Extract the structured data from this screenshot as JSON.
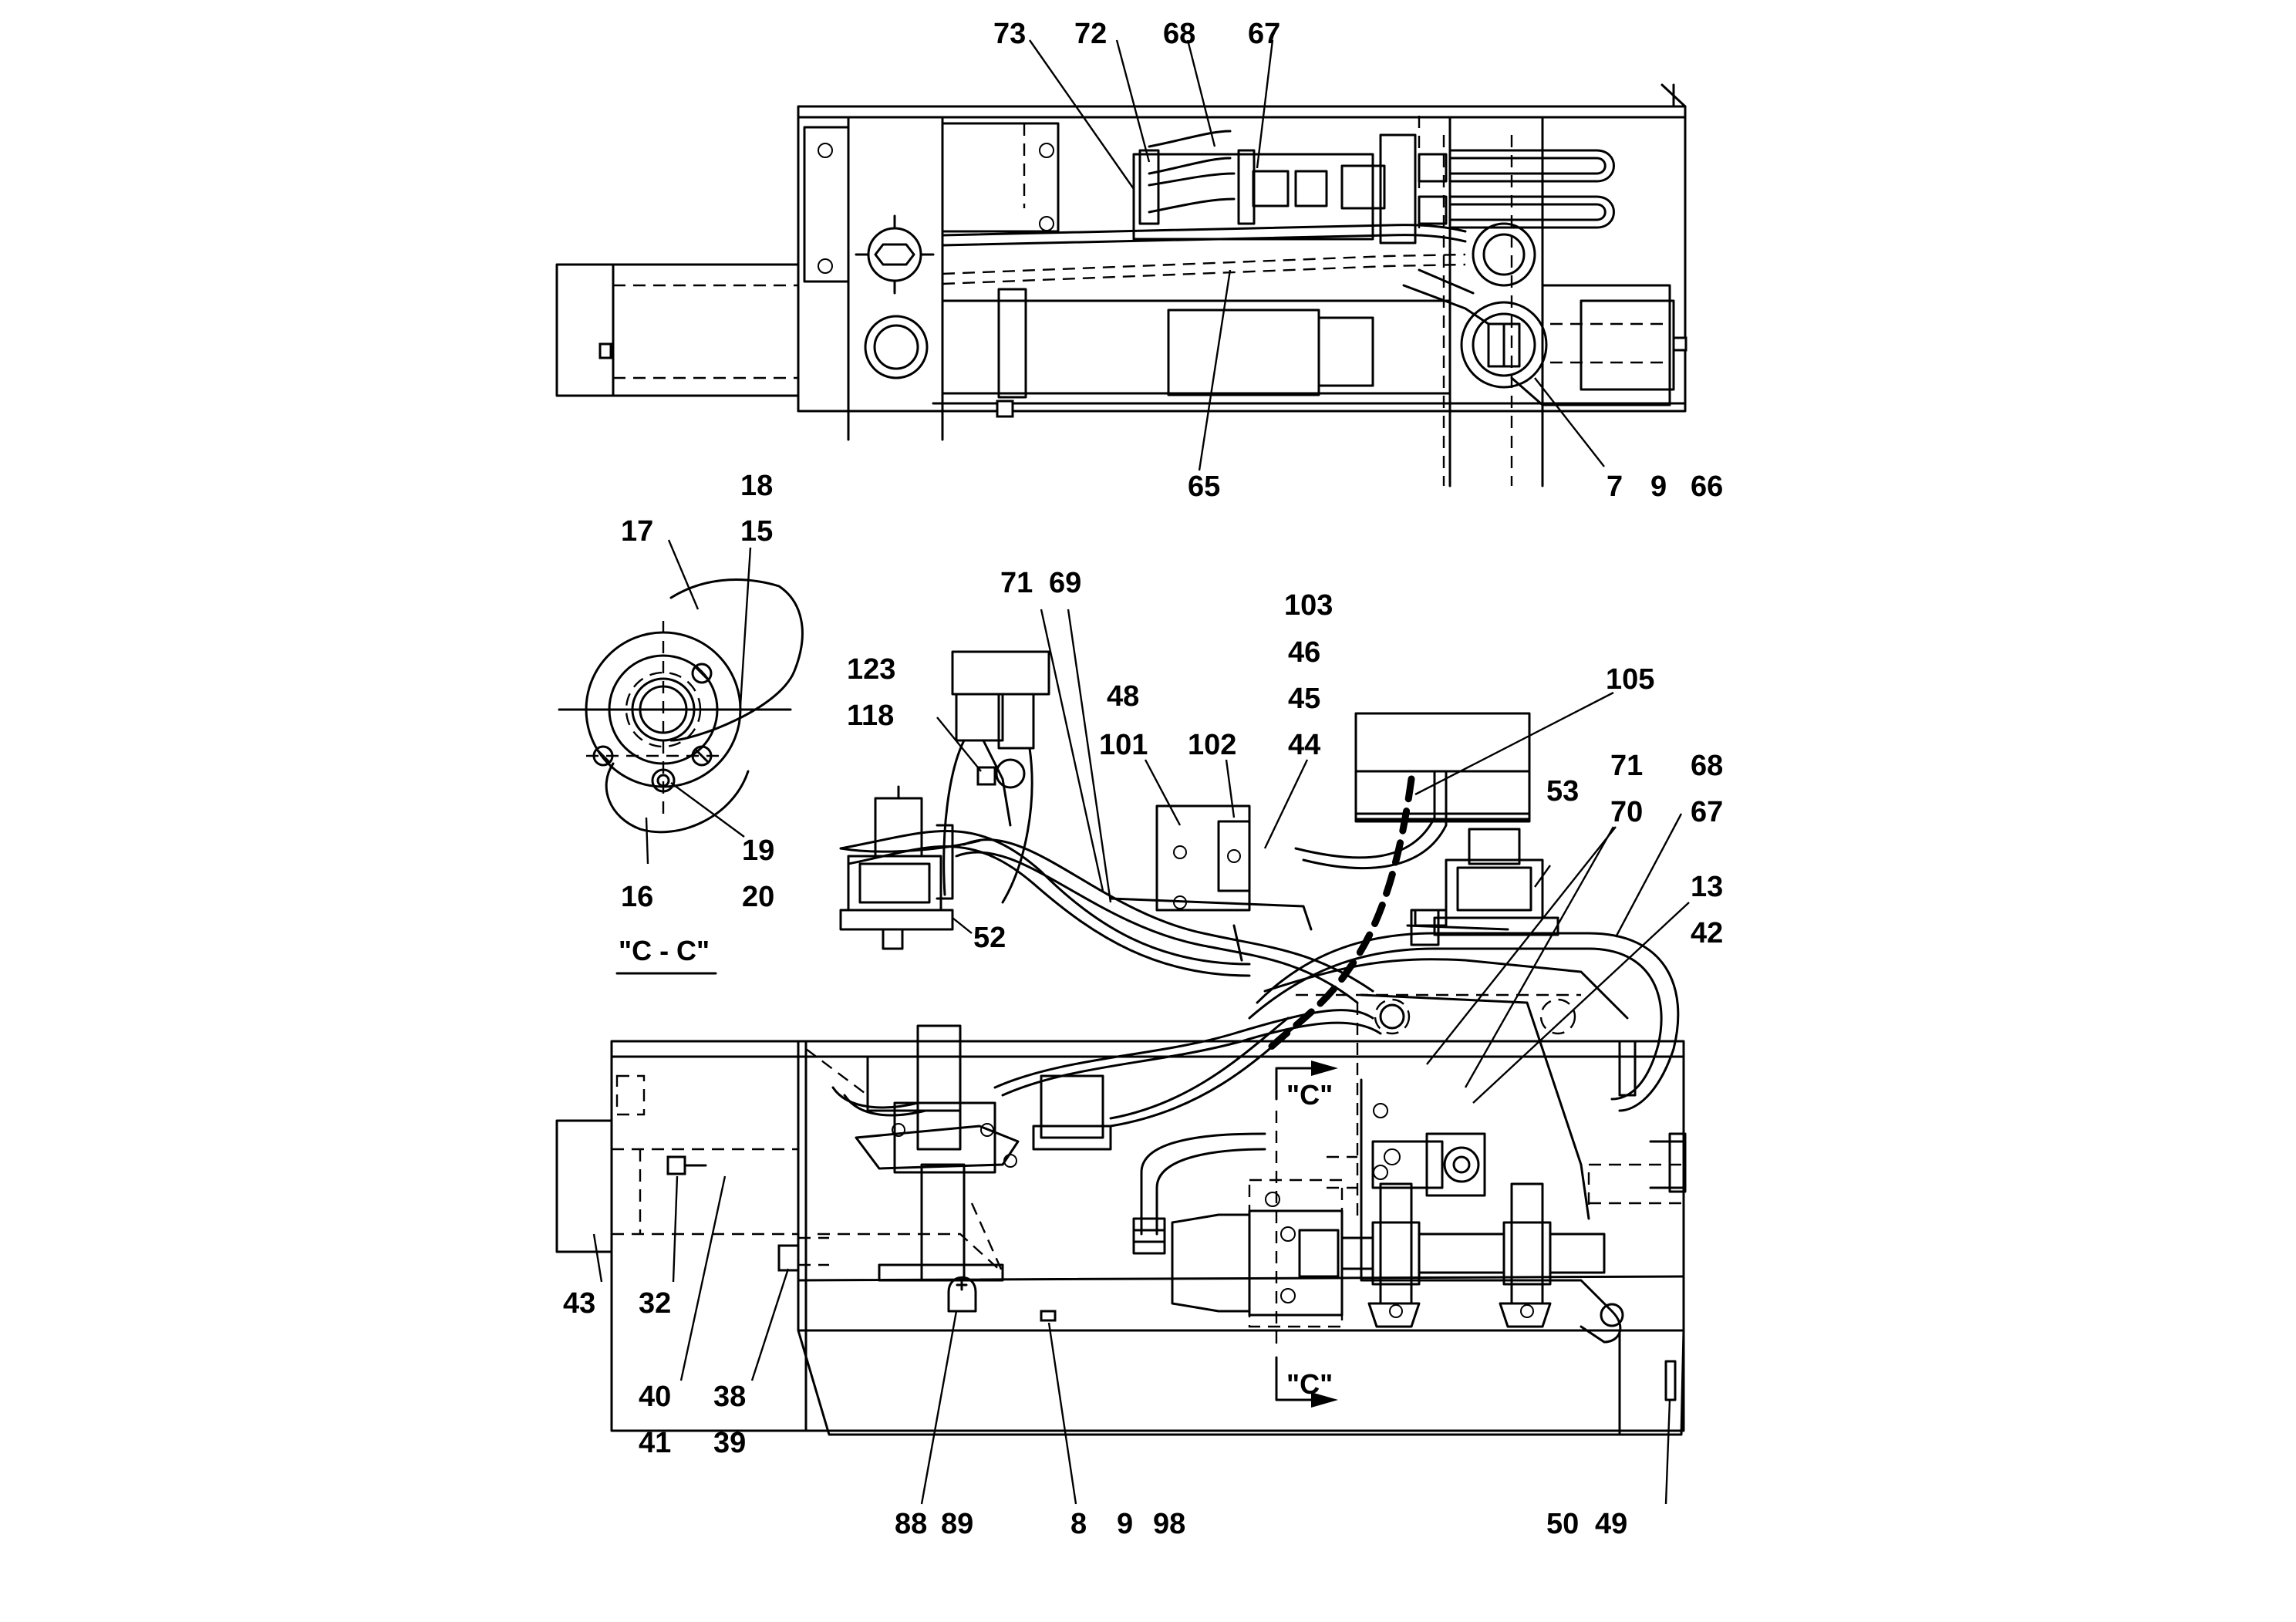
{
  "labels": {
    "top": [
      "73",
      "72",
      "68",
      "67",
      "65",
      "7",
      "9",
      "66"
    ],
    "section": [
      "18",
      "15",
      "17",
      "19",
      "20",
      "16"
    ],
    "main": [
      "71",
      "69",
      "123",
      "118",
      "103",
      "46",
      "45",
      "44",
      "48",
      "101",
      "102",
      "105",
      "71",
      "68",
      "53",
      "70",
      "67",
      "13",
      "42",
      "52",
      "43",
      "32",
      "40",
      "41",
      "38",
      "39",
      "88",
      "89",
      "8",
      "9",
      "98",
      "50",
      "49"
    ]
  },
  "section_view": {
    "title": "\"C - C\"",
    "marker_upper": "\"C\"",
    "marker_lower": "\"C\""
  }
}
